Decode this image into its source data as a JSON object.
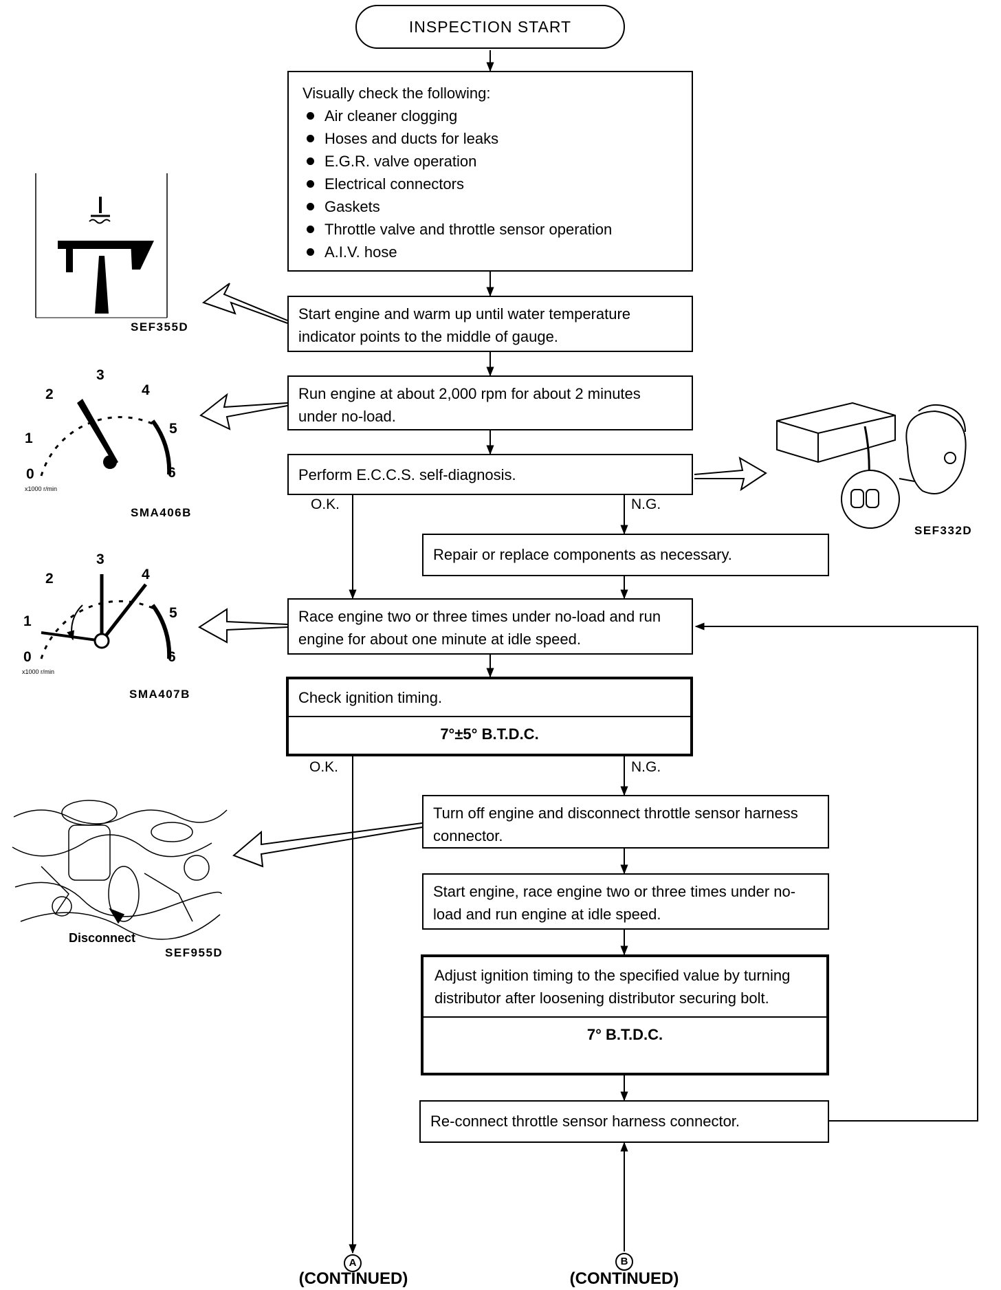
{
  "start": "INSPECTION START",
  "visual_check": {
    "heading": "Visually check the following:",
    "items": [
      "Air cleaner clogging",
      "Hoses and ducts for leaks",
      "E.G.R. valve operation",
      "Electrical connectors",
      "Gaskets",
      "Throttle valve and throttle sensor operation",
      "A.I.V. hose"
    ]
  },
  "steps": {
    "warm_up": "Start engine and warm up until water temperature indicator points to the middle of gauge.",
    "run_2000": "Run engine at about 2,000 rpm for about 2 minutes under no-load.",
    "self_diag": "Perform E.C.C.S. self-diagnosis.",
    "repair": "Repair or replace components as necessary.",
    "race": "Race engine two or three times under no-load and run engine for about one minute at idle speed.",
    "check_timing": "Check ignition timing.",
    "check_timing_value": "7°±5° B.T.D.C.",
    "disconnect": "Turn off engine and disconnect throttle sensor harness connector.",
    "restart": "Start engine, race engine two or three times under no-load and run engine at idle speed.",
    "adjust": "Adjust ignition timing to the specified value by turning distributor after loosening distributor securing bolt.",
    "adjust_value": "7° B.T.D.C.",
    "reconnect": "Re-connect throttle sensor harness connector."
  },
  "branch_labels": {
    "ok": "O.K.",
    "ng": "N.G."
  },
  "figures": {
    "fig1": "SEF355D",
    "fig2": "SMA406B",
    "fig3": "SEF332D",
    "fig4": "SMA407B",
    "fig5": "SEF955D",
    "disconnect_label": "Disconnect",
    "gauge_ticks": [
      "0",
      "1",
      "2",
      "3",
      "4",
      "5",
      "6"
    ],
    "gauge_unit": "x1000 r/min"
  },
  "connectors": {
    "a": "A",
    "b": "B",
    "continued": "(CONTINUED)"
  }
}
